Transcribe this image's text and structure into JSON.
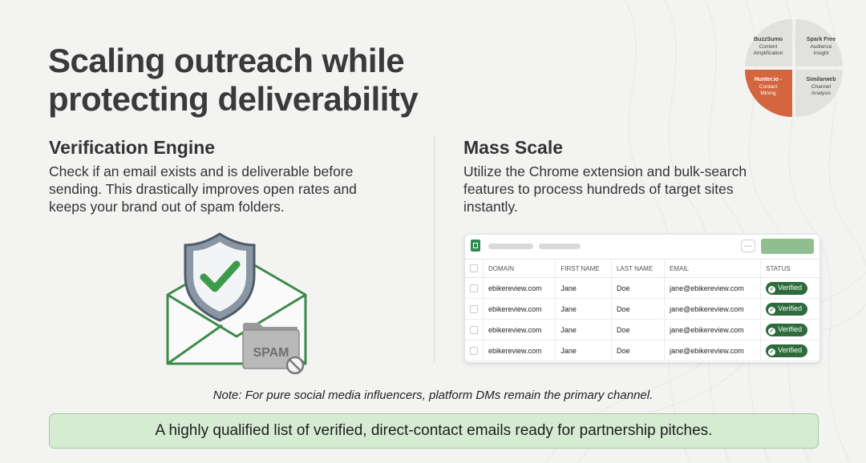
{
  "title_line1": "Scaling outreach while",
  "title_line2": "protecting deliverability",
  "wheel": {
    "segments": [
      {
        "name": "BuzzSumo",
        "desc1": "Content",
        "desc2": "Amplification"
      },
      {
        "name": "Spark Free",
        "desc1": "Audience",
        "desc2": "Insight"
      },
      {
        "name": "Hunter.io -",
        "desc1": "Contact",
        "desc2": "Mining"
      },
      {
        "name": "Similarweb",
        "desc1": "Channel",
        "desc2": "Analysis"
      }
    ],
    "highlight_color": "#d4663f"
  },
  "verification": {
    "heading": "Verification Engine",
    "line1": "Check if an email exists and is deliverable before",
    "line2": "sending. This drastically improves open rates and",
    "line3": "keeps your brand out of spam folders.",
    "spam_label": "SPAM"
  },
  "mass": {
    "heading": "Mass Scale",
    "line1": "Utilize the Chrome extension and bulk-search",
    "line2": "features to process hundreds of target sites",
    "line3": "instantly."
  },
  "table": {
    "more_label": "…",
    "columns": [
      "DOMAIN",
      "FIRST NAME",
      "LAST NAME",
      "EMAIL",
      "STATUS"
    ],
    "rows": [
      {
        "domain": "ebikereview.com",
        "first": "Jane",
        "last": "Doe",
        "email": "jane@ebikereview.com",
        "status": "Verified"
      },
      {
        "domain": "ebikereview.com",
        "first": "Jane",
        "last": "Doe",
        "email": "jane@ebikereview.com",
        "status": "Verified"
      },
      {
        "domain": "ebikereview.com",
        "first": "Jane",
        "last": "Doe",
        "email": "jane@ebikereview.com",
        "status": "Verified"
      },
      {
        "domain": "ebikereview.com",
        "first": "Jane",
        "last": "Doe",
        "email": "jane@ebikereview.com",
        "status": "Verified"
      }
    ],
    "status_color": "#2e6b3c"
  },
  "note": "Note: For pure social media influencers, platform DMs remain the primary channel.",
  "banner": "A highly qualified list of verified, direct-contact emails ready for partnership pitches."
}
